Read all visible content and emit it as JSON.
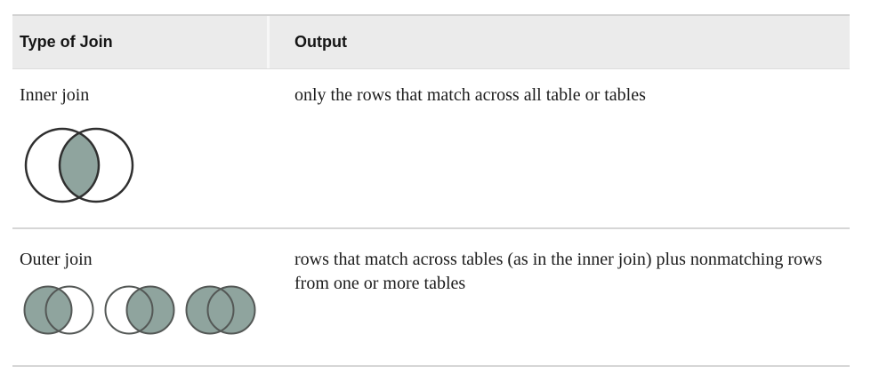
{
  "table": {
    "columns": [
      {
        "label": "Type of Join"
      },
      {
        "label": "Output"
      }
    ],
    "rows": [
      {
        "join_type": "Inner join",
        "output": "only the rows that match across all table or tables",
        "diagram": "two overlapping circles with only the intersection shaded"
      },
      {
        "join_type": "Outer join",
        "output": "rows that match across tables (as in the inner join) plus nonmatching rows from one or more tables",
        "diagrams": [
          "left circle and intersection shaded (left outer join)",
          "right circle and intersection shaded (right outer join)",
          "both circles fully shaded (full outer join)"
        ]
      }
    ]
  },
  "colors": {
    "venn_fill": "#8fa49e",
    "venn_stroke": "#2f2f2f",
    "venn_stroke_soft": "#545856",
    "header_bg": "#ebebeb",
    "row_border": "#d6d6d6",
    "text": "#1c1c1c"
  }
}
